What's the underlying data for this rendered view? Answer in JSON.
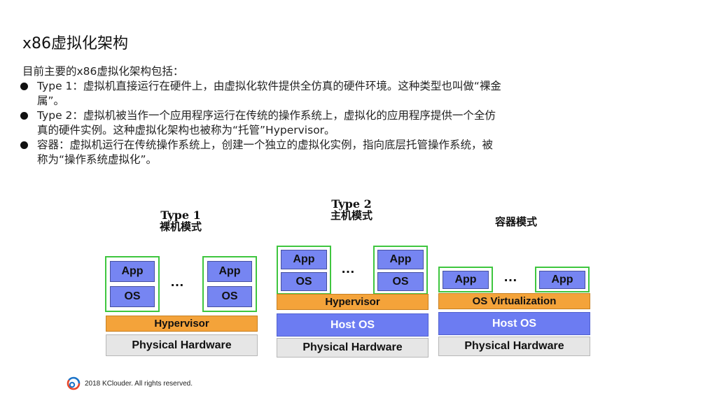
{
  "title": "x86虚拟化架构",
  "intro": "目前主要的x86虚拟化架构包括：",
  "bullets": [
    "Type 1：虚拟机直接运行在硬件上，由虚拟化软件提供全仿真的硬件环境。这种类型也叫做“裸金属”。",
    "Type 2：虚拟机被当作一个应用程序运行在传统的操作系统上，虚拟化的应用程序提供一个全仿真的硬件实例。这种虚拟化架构也被称为“托管”Hypervisor。",
    "容器：虚拟机运行在传统操作系统上，创建一个独立的虚拟化实例，指向底层托管操作系统，被称为“操作系统虚拟化”。"
  ],
  "diagrams": {
    "type1": {
      "title": "Type 1",
      "subtitle": "裸机模式",
      "app": "App",
      "os": "OS",
      "dots": "…",
      "hypervisor": "Hypervisor",
      "hardware": "Physical Hardware"
    },
    "type2": {
      "title": "Type 2",
      "subtitle": "主机模式",
      "app": "App",
      "os": "OS",
      "dots": "…",
      "hypervisor": "Hypervisor",
      "host_os": "Host OS",
      "hardware": "Physical Hardware"
    },
    "container": {
      "title": "容器模式",
      "app": "App",
      "dots": "…",
      "os_virt": "OS Virtualization",
      "host_os": "Host OS",
      "hardware": "Physical Hardware"
    }
  },
  "footer": {
    "copyright": "2018 KClouder.  All rights reserved.",
    "logo_icon": "kclouder-logo-icon"
  },
  "colors": {
    "hardware": "#e6e6e6",
    "host_os": "#6c7cf2",
    "hypervisor": "#f4a33a",
    "vm_frame": "#3fc63f",
    "app_box": "#7685f2"
  }
}
